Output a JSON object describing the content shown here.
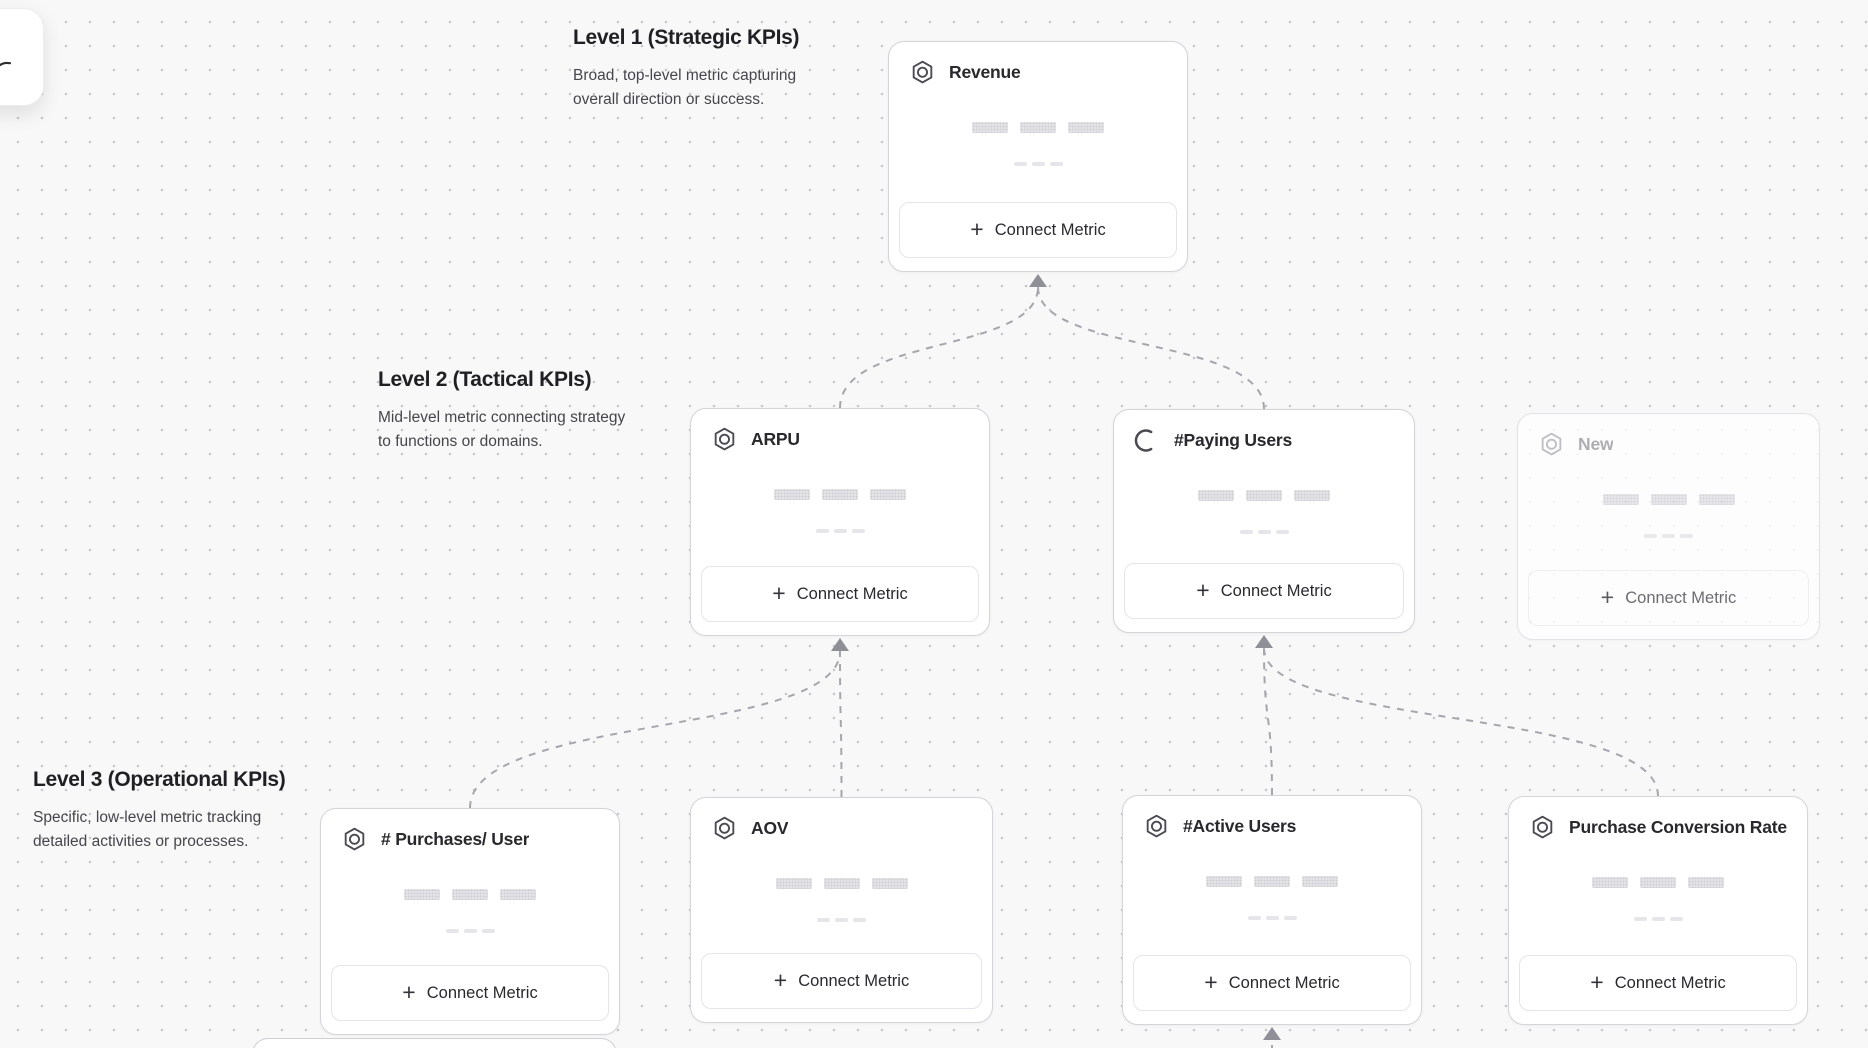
{
  "canvas": {
    "background_color": "#f8f8f8",
    "dot_color": "#c8c8cc"
  },
  "levels": [
    {
      "title": "Level 1 (Strategic KPIs)",
      "description": "Broad, top-level metric capturing overall direction or success."
    },
    {
      "title": "Level 2 (Tactical KPIs)",
      "description": "Mid-level metric connecting strategy to functions or domains."
    },
    {
      "title": "Level 3 (Operational KPIs)",
      "description": "Specific, low-level metric tracking detailed activities or processes."
    }
  ],
  "cards": [
    {
      "id": "revenue",
      "title": "Revenue",
      "icon": "metric-hexagon-icon",
      "button_label": "Connect Metric",
      "state": "default",
      "level": 1
    },
    {
      "id": "arpu",
      "title": "ARPU",
      "icon": "metric-hexagon-icon",
      "button_label": "Connect Metric",
      "state": "default",
      "level": 2
    },
    {
      "id": "paying-users",
      "title": "#Paying Users",
      "icon": "loading-spinner-icon",
      "button_label": "Connect Metric",
      "state": "loading",
      "level": 2
    },
    {
      "id": "new",
      "title": "New",
      "icon": "metric-hexagon-icon",
      "button_label": "Connect Metric",
      "state": "ghost",
      "level": 2
    },
    {
      "id": "purchases-per-user",
      "title": "# Purchases/ User",
      "icon": "metric-hexagon-icon",
      "button_label": "Connect Metric",
      "state": "default",
      "level": 3
    },
    {
      "id": "aov",
      "title": "AOV",
      "icon": "metric-hexagon-icon",
      "button_label": "Connect Metric",
      "state": "default",
      "level": 3
    },
    {
      "id": "active-users",
      "title": "#Active Users",
      "icon": "metric-hexagon-icon",
      "button_label": "Connect Metric",
      "state": "default",
      "level": 3
    },
    {
      "id": "purchase-conversion-rate",
      "title": "Purchase Conversion Rate",
      "icon": "metric-hexagon-icon",
      "button_label": "Connect Metric",
      "state": "default",
      "level": 3
    }
  ],
  "connectors": {
    "style": "dashed",
    "line_color": "#a6a6ad",
    "arrow_color": "#8f8f97",
    "edges": [
      {
        "from": "arpu",
        "to": "revenue"
      },
      {
        "from": "paying-users",
        "to": "revenue"
      },
      {
        "from": "purchases-per-user",
        "to": "arpu"
      },
      {
        "from": "aov",
        "to": "arpu"
      },
      {
        "from": "active-users",
        "to": "paying-users"
      },
      {
        "from": "purchase-conversion-rate",
        "to": "paying-users"
      },
      {
        "from": "offscreen-below",
        "to": "active-users"
      }
    ]
  }
}
